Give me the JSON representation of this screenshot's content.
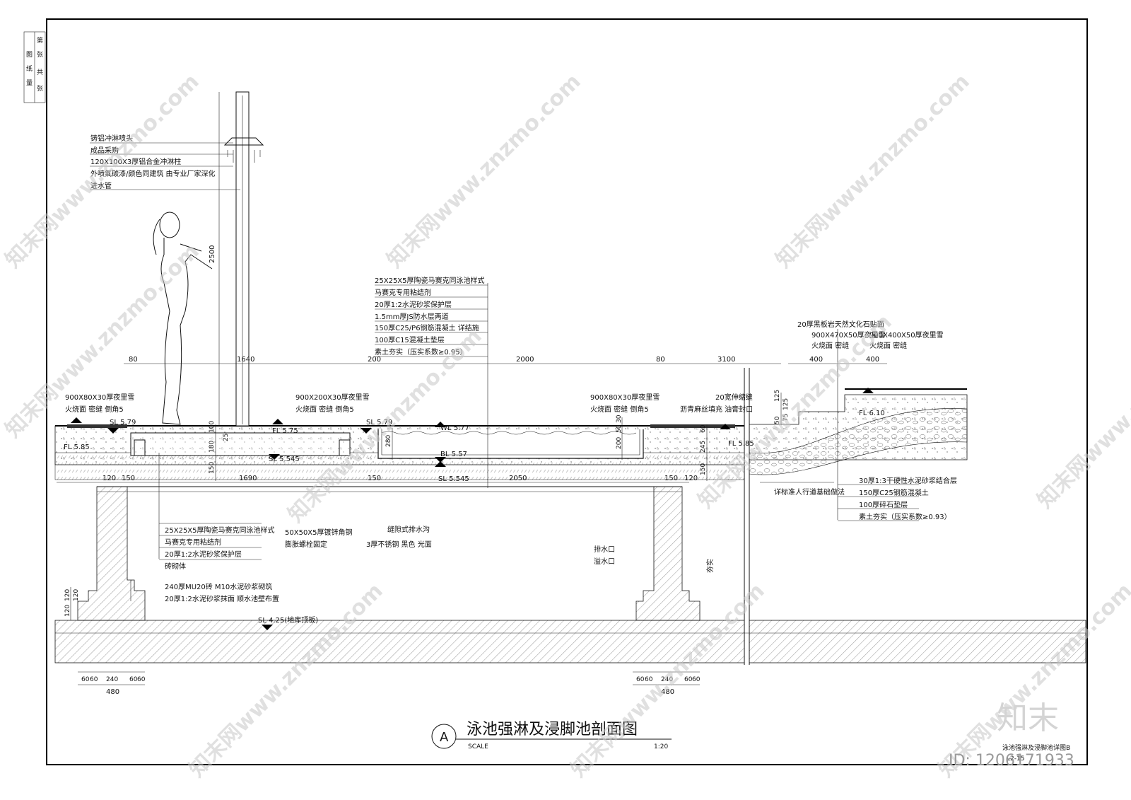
{
  "title_block": {
    "labels": [
      "第",
      "张",
      "共",
      "张",
      "图",
      "纸",
      "量"
    ]
  },
  "drawing": {
    "title": "泳池强淋及浸脚池剖面图",
    "ref_letter": "A",
    "scale_label": "SCALE",
    "scale_value": "1:20",
    "sheet_name": "泳池强淋及浸脚池详图B",
    "sheet_code": "L2-15"
  },
  "shower_notes": [
    "铸铝冲淋喷头",
    "成品采购",
    "120X100X3厚铝合金冲淋柱",
    "外喷氟碳漆/颜色同建筑 由专业厂家深化",
    "进水管"
  ],
  "pool_notes": [
    "25X25X5厚陶瓷马赛克同泳池样式",
    "马赛克专用粘结剂",
    "20厚1:2水泥砂浆保护层",
    "1.5mm厚JS防水层两道",
    "150厚C25/P6钢筋混凝土 详结施",
    "100厚C15混凝土垫层",
    "素土夯实（压实系数≥0.95）"
  ],
  "right_notes_top": [
    "20厚黑板岩天然文化石贴面",
    "900X470X50厚夜里雪",
    "火烧面 密缝",
    "900X400X50厚夜里雪",
    "火烧面 密缝"
  ],
  "right_notes_bottom": [
    "30厚1:3干硬性水泥砂浆结合层",
    "150厚C25钢筋混凝土",
    "100厚碎石垫层",
    "素土夯实（压实系数≥0.93）"
  ],
  "right_detail_ref": "详标准人行道基础做法",
  "left_stone": [
    "900X80X30厚夜里雪",
    "火烧面 密缝 倒角5"
  ],
  "mid_stone": [
    "900X200X30厚夜里雪",
    "火烧面 密缝 倒角5"
  ],
  "right_stone": [
    "900X80X30厚夜里雪",
    "火烧面 密缝 倒角5"
  ],
  "joint_notes": [
    "20宽伸缩缝",
    "沥青麻丝填充 油膏封口"
  ],
  "bottom_notes_left": [
    "25X25X5厚陶瓷马赛克同泳池样式",
    "马赛克专用粘结剂",
    "20厚1:2水泥砂浆保护层",
    "砖砌体"
  ],
  "bottom_notes_mid": [
    "50X50X5厚镀锌角钢",
    "膨胀螺栓固定"
  ],
  "bottom_notes_drain": [
    "缝隙式排水沟",
    "3厚不锈钢 黑色 光面"
  ],
  "outlet_notes": [
    "排水口",
    "溢水口"
  ],
  "wall_notes": [
    "240厚MU20砖 M10水泥砂浆砌筑",
    "20厚1:2水泥砂浆抹面 顺水池壁布置"
  ],
  "backfill": "夯实",
  "levels": {
    "fl_left": "FL 5.85",
    "sl_left": "SL 5.79",
    "fl_shower": "FL 5.75",
    "sl_shower": "SL 5.545",
    "sl_mid": "SL 5.79",
    "wl": "WL 5.77",
    "bl": "BL 5.57",
    "sl_pool": "SL 5.545",
    "fl_right": "FL 5.85",
    "fl_top": "FL 6.10",
    "sl_base": "SL 4.25(地库顶板)"
  },
  "dims_top": [
    "80",
    "1640",
    "200",
    "2000",
    "80",
    "3100",
    "400",
    "400"
  ],
  "dims_mid": [
    "120",
    "150",
    "1690",
    "150",
    "2050",
    "150",
    "120"
  ],
  "dims_bottom": [
    "60",
    "60",
    "240",
    "60",
    "60",
    "480"
  ],
  "dims_vert": [
    "2500",
    "100",
    "25",
    "180",
    "150",
    "280",
    "200",
    "50",
    "30",
    "60",
    "245",
    "150",
    "125",
    "125",
    "75",
    "50",
    "120",
    "120",
    "120"
  ],
  "watermark": "知末网www.znzmo.com",
  "brand": "知末",
  "id_label": "ID: 1206171933"
}
